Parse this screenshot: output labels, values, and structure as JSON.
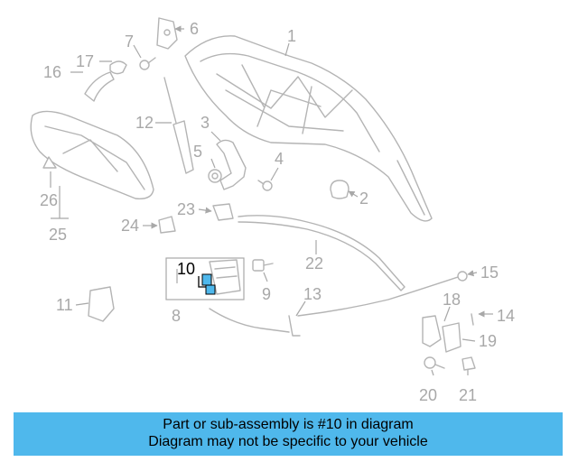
{
  "diagram": {
    "callouts": {
      "c1": "1",
      "c2": "2",
      "c3": "3",
      "c4": "4",
      "c5": "5",
      "c6": "6",
      "c7": "7",
      "c8": "8",
      "c9": "9",
      "c10": "10",
      "c11": "11",
      "c12": "12",
      "c13": "13",
      "c14": "14",
      "c15": "15",
      "c16": "16",
      "c17": "17",
      "c18": "18",
      "c19": "19",
      "c20": "20",
      "c21": "21",
      "c22": "22",
      "c23": "23",
      "c24": "24",
      "c25": "25",
      "c26": "26"
    },
    "highlight_color": "#4fb8ec",
    "highlighted_part": "10"
  },
  "banner": {
    "line1": "Part or sub-assembly is #10 in diagram",
    "line2": "Diagram may not be specific to your vehicle",
    "background": "#4fb8ec"
  }
}
